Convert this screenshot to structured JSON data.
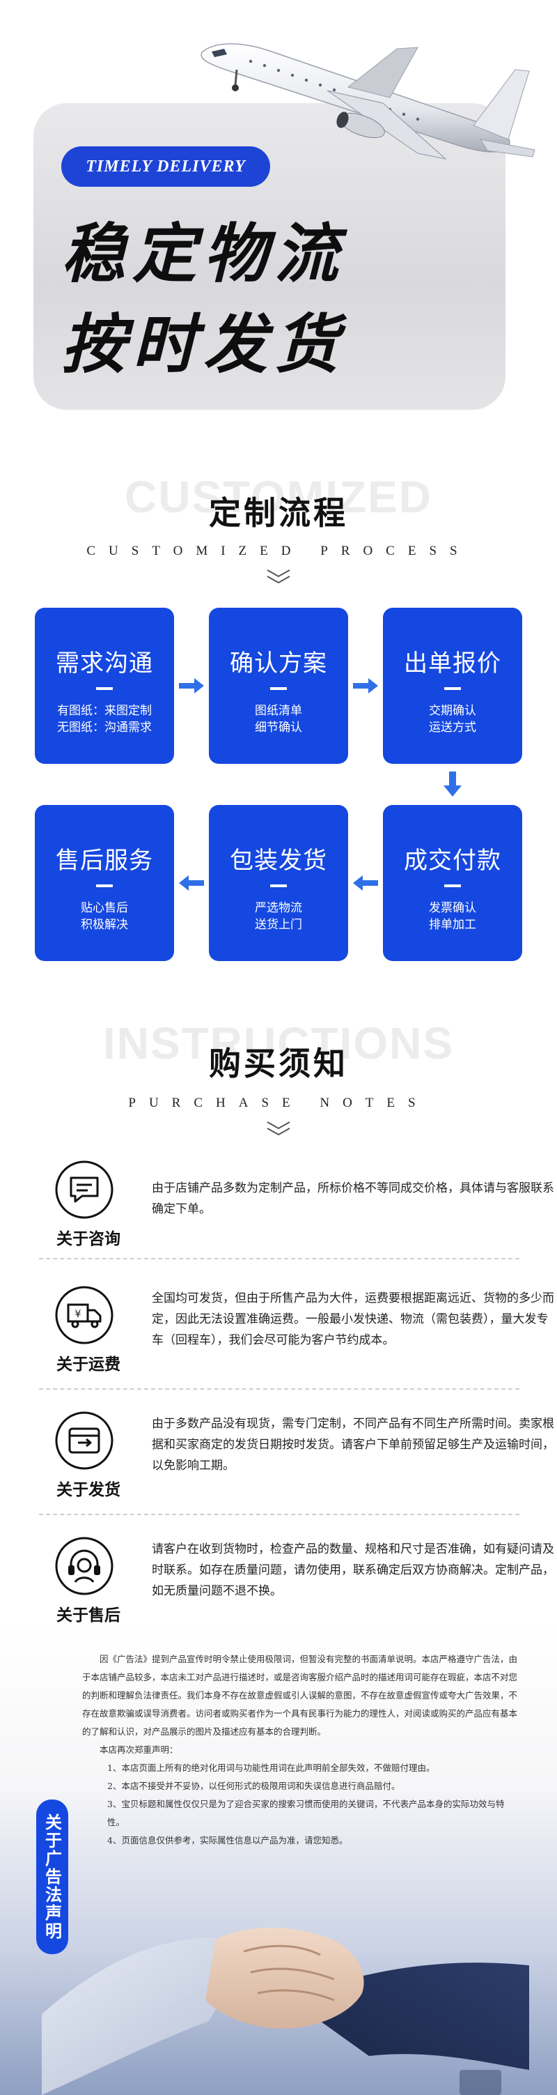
{
  "hero": {
    "tag": "TIMELY DELIVERY",
    "title_line1": "稳定物流",
    "title_line2": "按时发货"
  },
  "process": {
    "ghost": "CUSTOMIZED",
    "title": "定制流程",
    "subtitle": "CUSTOMIZED PROCESS",
    "steps": [
      {
        "title": "需求沟通",
        "line1": "有图纸：来图定制",
        "line2": "无图纸：沟通需求"
      },
      {
        "title": "确认方案",
        "line1": "图纸清单",
        "line2": "细节确认"
      },
      {
        "title": "出单报价",
        "line1": "交期确认",
        "line2": "运送方式"
      },
      {
        "title": "成交付款",
        "line1": "发票确认",
        "line2": "排单加工"
      },
      {
        "title": "包装发货",
        "line1": "严选物流",
        "line2": "送货上门"
      },
      {
        "title": "售后服务",
        "line1": "贴心售后",
        "line2": "积极解决"
      }
    ]
  },
  "notes": {
    "ghost": "INSTRUCTIONS",
    "title": "购买须知",
    "subtitle": "PURCHASE NOTES",
    "items": [
      {
        "icon": "chat-icon",
        "title": "关于咨询",
        "body": "由于店铺产品多数为定制产品，所标价格不等同成交价格，具体请与客服联系确定下单。"
      },
      {
        "icon": "truck-icon",
        "title": "关于运费",
        "body": "全国均可发货，但由于所售产品为大件，运费要根据距离远近、货物的多少而定，因此无法设置准确运费。一般最小发快递、物流（需包装费），量大发专车（回程车），我们会尽可能为客户节约成本。"
      },
      {
        "icon": "box-icon",
        "title": "关于发货",
        "body": "由于多数产品没有现货，需专门定制，不同产品有不同生产所需时间。卖家根据和买家商定的发货日期按时发货。请客户下单前预留足够生产及运输时间，以免影响工期。"
      },
      {
        "icon": "headset-icon",
        "title": "关于售后",
        "body": "请客户在收到货物时，检查产品的数量、规格和尺寸是否准确，如有疑问请及时联系。如存在质量问题，请勿使用，联系确定后双方协商解决。定制产品，如无质量问题不退不换。"
      }
    ]
  },
  "legal": {
    "label": "关于广告法声明",
    "paragraphs": [
      "因《广告法》提到产品宣传时明令禁止使用极限词，但暂没有完整的书面清单说明。本店严格遵守广告法，由于本店铺产品较多，本店未工对产品进行描述时，或是咨询客服介绍产品时的描述用词可能存在瑕疵，本店不对您的判断和理解负法律责任。我们本身不存在故意虚假或引人误解的意图，不存在故意虚假宣传或夸大广告效果，不存在故意欺骗或误导消费者。访问者或购买者作为一个具有民事行为能力的理性人，对阅读或购买的产品应有基本的了解和认识，对产品展示的图片及描述应有基本的合理判断。",
      "本店再次郑重声明："
    ],
    "list": [
      "1、本店页面上所有的绝对化用词与功能性用词在此声明前全部失效，不做赔付理由。",
      "2、本店不接受并不妥协，以任何形式的极限用词和失误信息进行商品赔付。",
      "3、宝贝标题和属性仅仅只是为了迎合买家的搜索习惯而使用的关键词，不代表产品本身的实际功效与特性。",
      "4、页面信息仅供参考，实际属性信息以产品为准，请您知悉。"
    ]
  },
  "colors": {
    "accent": "#1548e0",
    "tag": "#1e44d6"
  }
}
